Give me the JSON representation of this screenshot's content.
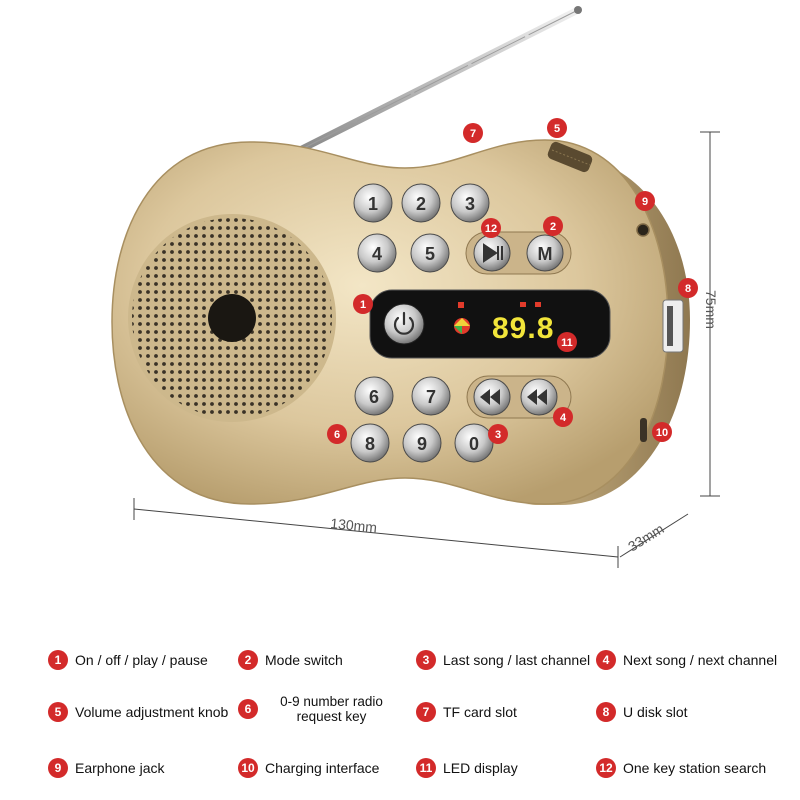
{
  "dimensions": {
    "width": "130mm",
    "height": "75mm",
    "depth": "33mm"
  },
  "display": {
    "frequency": "89.8"
  },
  "keypad": {
    "digits": [
      "1",
      "2",
      "3",
      "4",
      "5",
      "6",
      "7",
      "8",
      "9",
      "0"
    ],
    "mode_key": "M"
  },
  "legend": [
    {
      "num": "1",
      "text": "On / off / play / pause"
    },
    {
      "num": "2",
      "text": "Mode switch"
    },
    {
      "num": "3",
      "text": "Last song / last channel"
    },
    {
      "num": "4",
      "text": "Next song / next channel"
    },
    {
      "num": "5",
      "text": "Volume adjustment knob"
    },
    {
      "num": "6",
      "text": "0-9 number radio request key"
    },
    {
      "num": "7",
      "text": "TF card slot"
    },
    {
      "num": "8",
      "text": "U disk slot"
    },
    {
      "num": "9",
      "text": "Earphone jack"
    },
    {
      "num": "10",
      "text": "Charging interface"
    },
    {
      "num": "11",
      "text": "LED display"
    },
    {
      "num": "12",
      "text": "One key station search"
    }
  ],
  "colors": {
    "body_gold": "#d9c49b",
    "marker_red": "#d32a2a",
    "led_yellow": "#f2e53a"
  }
}
